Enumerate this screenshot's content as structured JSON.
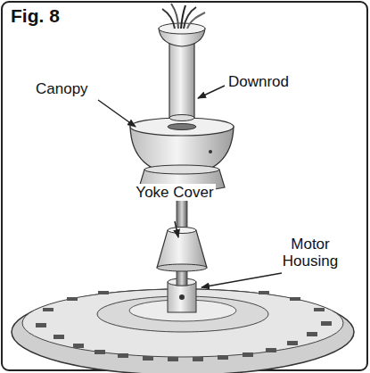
{
  "diagram": {
    "title": "Fig. 8",
    "labels": [
      "Downrod",
      "Canopy",
      "Yoke Cover",
      "Motor Housing"
    ]
  }
}
